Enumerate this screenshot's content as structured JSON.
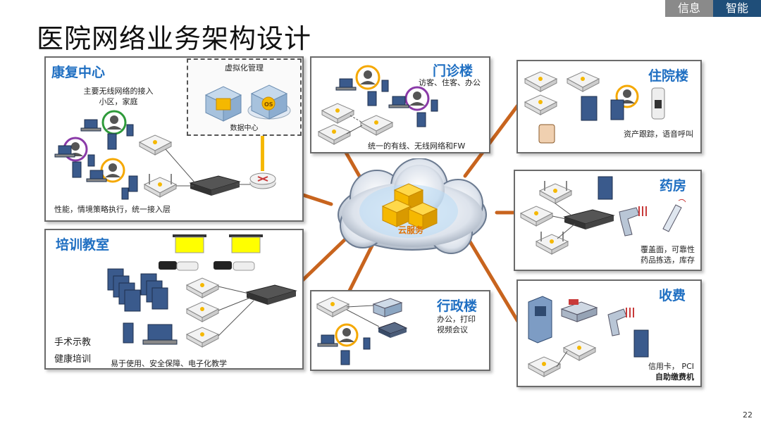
{
  "header": {
    "tag_info": "信息",
    "tag_smart": "智能"
  },
  "title": "医院网络业务架构设计",
  "page_number": "22",
  "cloud": {
    "label": "云服务"
  },
  "panels": {
    "rehab": {
      "title": "康复中心",
      "desc1": "主要无线网络的接入",
      "desc2": "小区，家庭",
      "bottom": "性能，情境策略执行，统一接入层"
    },
    "virtual": {
      "title": "虚拟化管理",
      "dc": "数据中心",
      "os": "OS"
    },
    "outpatient": {
      "title": "门诊楼",
      "desc": "访客、住客、办公",
      "bottom": "统一的有线、无线网络和FW"
    },
    "inpatient": {
      "title": "住院楼",
      "desc": "资产跟踪，语音呼叫"
    },
    "pharmacy": {
      "title": "药房",
      "desc1": "覆盖面，可靠性",
      "desc2": "药品拣选，库存"
    },
    "training": {
      "title": "培训教室",
      "desc1": "手术示教",
      "desc2": "健康培训",
      "bottom": "易于使用、安全保障、电子化教学"
    },
    "admin": {
      "title": "行政楼",
      "desc1": "办公，打印",
      "desc2": "视频会议"
    },
    "billing": {
      "title": "收费",
      "desc1": "信用卡， PCI",
      "desc2": "自助缴费机"
    }
  },
  "colors": {
    "accent": "#1f6fc2",
    "link": "#c8641e",
    "gold": "#f5b800",
    "tag_dark": "#1f4e79",
    "tag_grey": "#8a8a8a"
  }
}
